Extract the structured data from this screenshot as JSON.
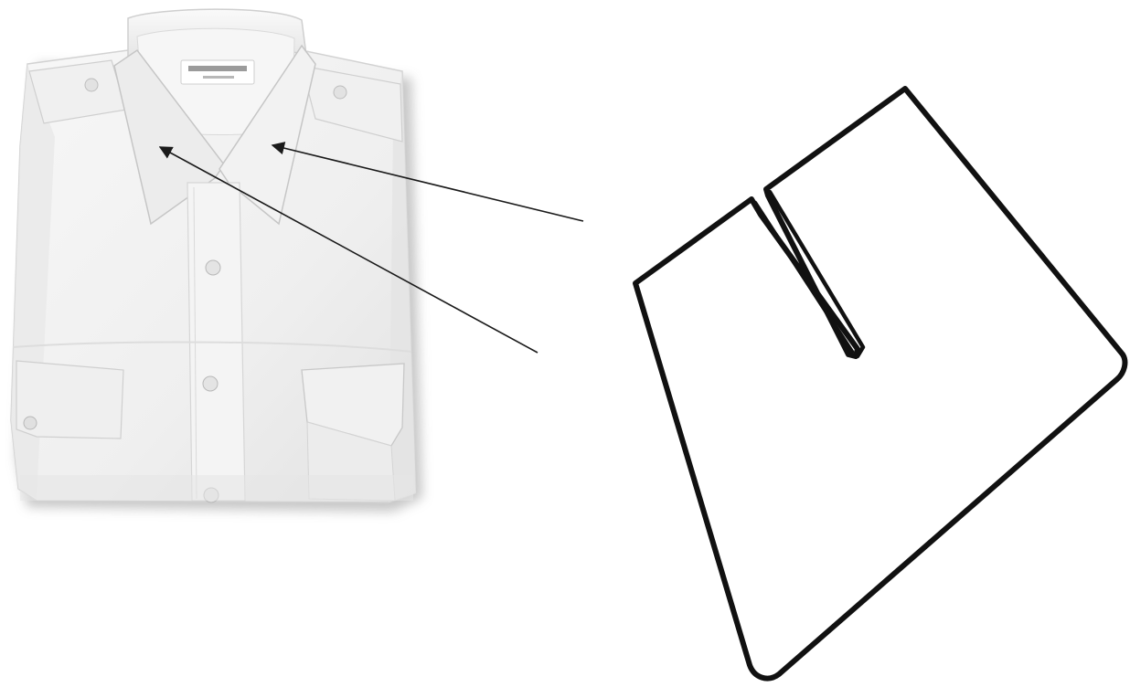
{
  "figure": {
    "left_item": "folded-dress-shirt-photo",
    "right_item": "collar-pattern-outline",
    "arrow_count": 2,
    "colors": {
      "background": "#ffffff",
      "shirt_fabric": "#f3f3f3",
      "shirt_shadow": "#c9c9c9",
      "outline": "#111111",
      "arrow": "#1a1a1a"
    }
  },
  "shirt": {
    "brand_label_text": "",
    "button_count": 3,
    "pocket_count": 2
  }
}
